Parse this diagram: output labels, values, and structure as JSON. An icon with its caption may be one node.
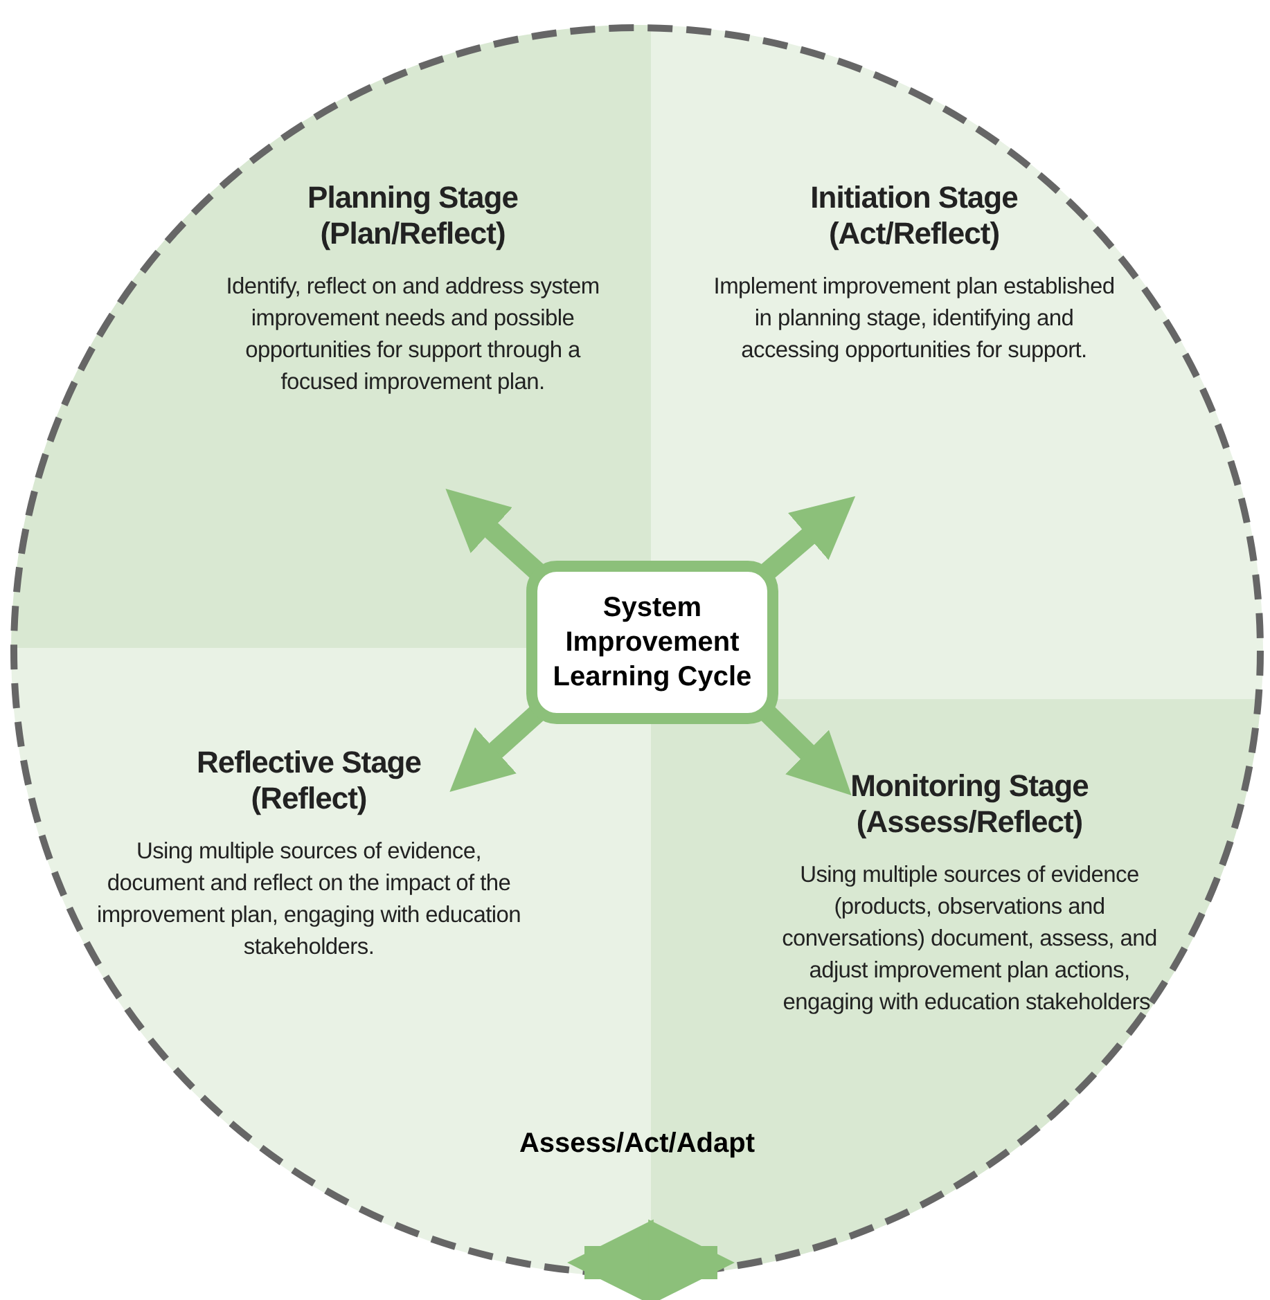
{
  "diagram": {
    "nodes": [
      {
        "text": [
          "Planning Stage (Plan/Reflect)",
          "Identify, reflect on and address system improvement needs and possible opportunities for support through a focused improvement plan."
        ]
      },
      {
        "text": [
          "Initiation Stage (Act/Reflect)",
          "Implement improvement plan established in planning stage, identifying and accessing opportunities for support."
        ]
      },
      {
        "text": [
          "System Improvement Learning Cycle"
        ]
      },
      {
        "text": [
          "Reflective Stage (Reflect)",
          "Using multiple sources of evidence, document and reflect on the impact of the improvement plan, engaging with education stakeholders."
        ]
      },
      {
        "text": [
          "Monitoring Stage (Assess/Reflect)",
          "Using multiple sources of evidence (products, observations and conversations) document, assess, and adjust improvement plan actions, engaging with education stakeholders."
        ]
      }
    ],
    "edges": [
      {
        "from": 2,
        "to": 0,
        "arrow": "to"
      },
      {
        "from": 2,
        "to": 1,
        "arrow": "to"
      },
      {
        "from": 2,
        "to": 3,
        "arrow": "to"
      },
      {
        "from": 2,
        "to": 4,
        "arrow": "to"
      },
      {
        "from": 3,
        "to": 4,
        "arrow": "both"
      }
    ],
    "labels": [
      "Assess/Act/Adapt"
    ]
  }
}
